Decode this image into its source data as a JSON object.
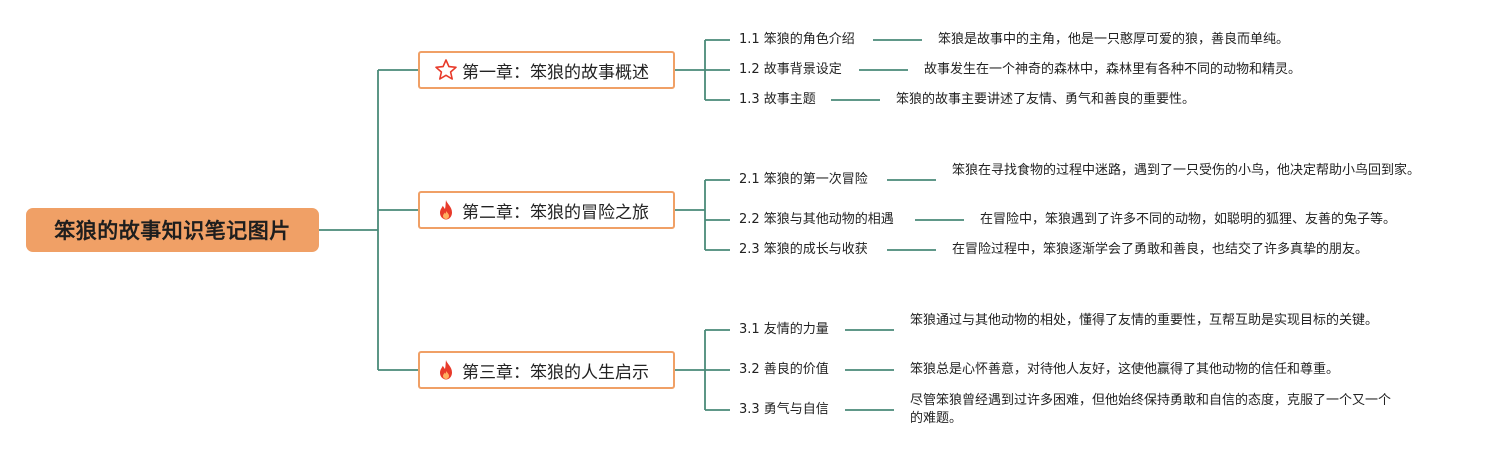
{
  "root": {
    "title": "笨狼的故事知识笔记图片"
  },
  "colors": {
    "connector": "#4a8a78",
    "accent": "#f0a066",
    "fire": "#e83a2a",
    "star": "#e83a2a"
  },
  "chapters": [
    {
      "icon": "star-icon",
      "title": "第一章：笨狼的故事概述",
      "sections": [
        {
          "label": "1.1 笨狼的角色介绍",
          "text": "笨狼是故事中的主角，他是一只憨厚可爱的狼，善良而单纯。"
        },
        {
          "label": "1.2 故事背景设定",
          "text": "故事发生在一个神奇的森林中，森林里有各种不同的动物和精灵。"
        },
        {
          "label": "1.3 故事主题",
          "text": "笨狼的故事主要讲述了友情、勇气和善良的重要性。"
        }
      ]
    },
    {
      "icon": "fire-icon",
      "title": "第二章：笨狼的冒险之旅",
      "sections": [
        {
          "label": "2.1 笨狼的第一次冒险",
          "text": "笨狼在寻找食物的过程中迷路，遇到了一只受伤的小鸟，他决定帮助小鸟回到家。"
        },
        {
          "label": "2.2 笨狼与其他动物的相遇",
          "text": "在冒险中，笨狼遇到了许多不同的动物，如聪明的狐狸、友善的兔子等。"
        },
        {
          "label": "2.3 笨狼的成长与收获",
          "text": "在冒险过程中，笨狼逐渐学会了勇敢和善良，也结交了许多真挚的朋友。"
        }
      ]
    },
    {
      "icon": "fire-icon",
      "title": "第三章：笨狼的人生启示",
      "sections": [
        {
          "label": "3.1 友情的力量",
          "text": "笨狼通过与其他动物的相处，懂得了友情的重要性，互帮互助是实现目标的关键。"
        },
        {
          "label": "3.2 善良的价值",
          "text": "笨狼总是心怀善意，对待他人友好，这使他赢得了其他动物的信任和尊重。"
        },
        {
          "label": "3.3 勇气与自信",
          "text": "尽管笨狼曾经遇到过许多困难，但他始终保持勇敢和自信的态度，克服了一个又一个的难题。"
        }
      ]
    }
  ]
}
